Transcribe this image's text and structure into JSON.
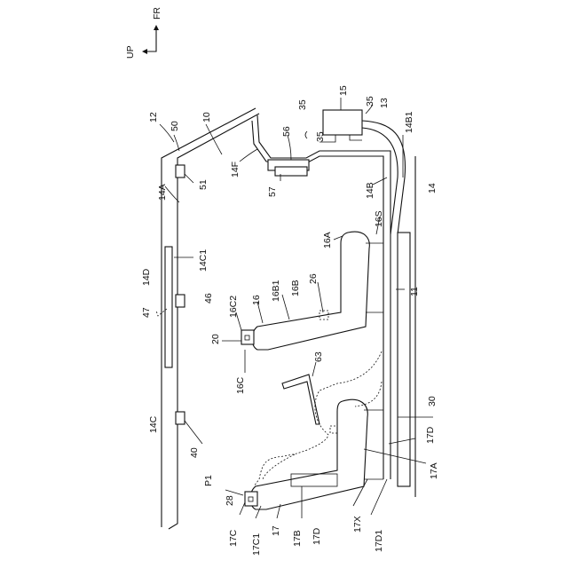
{
  "orientation": {
    "up": "UP",
    "fr": "FR"
  },
  "labels": {
    "n12": "12",
    "n50": "50",
    "n10": "10",
    "n14A": "14A",
    "n51": "51",
    "n14F": "14F",
    "n56": "56",
    "n57": "57",
    "n35a": "35",
    "n35b": "35",
    "n35c": "35",
    "n15": "15",
    "n13": "13",
    "n14B1": "14B1",
    "n14B": "14B",
    "n14": "14",
    "n16S": "16S",
    "n16A": "16A",
    "n14C1": "14C1",
    "n14D": "14D",
    "n11": "11",
    "n47": "47",
    "n46": "46",
    "n16C2": "16C2",
    "n16": "16",
    "n16B1": "16B1",
    "n16B": "16B",
    "n26": "26",
    "n20": "20",
    "n16C": "16C",
    "n63": "63",
    "n14C": "14C",
    "n30": "30",
    "n40": "40",
    "n17D_r": "17D",
    "n17A": "17A",
    "nP1": "P1",
    "n28": "28",
    "n17C": "17C",
    "n17C1": "17C1",
    "n17": "17",
    "n17B": "17B",
    "n17D": "17D",
    "n17X": "17X",
    "n17D1": "17D1"
  }
}
